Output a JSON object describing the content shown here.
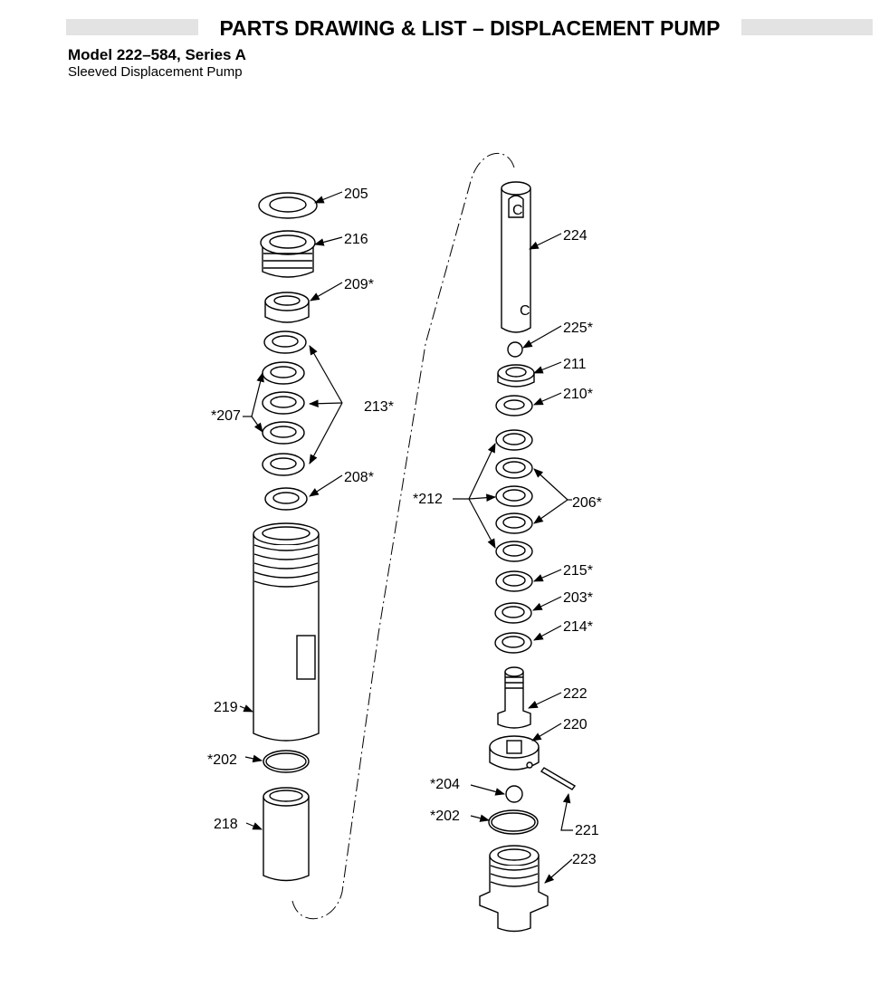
{
  "header": {
    "title": "PARTS DRAWING & LIST – DISPLACEMENT PUMP",
    "model": "Model 222–584, Series A",
    "subtitle": "Sleeved Displacement Pump"
  },
  "callouts": {
    "c205": "205",
    "c216": "216",
    "c209": "209*",
    "c207": "*207",
    "c213": "213*",
    "c208": "208*",
    "c219": "219",
    "c202a": "*202",
    "c218": "218",
    "c224": "224",
    "c225": "225*",
    "c211": "211",
    "c210": "210*",
    "c212": "*212",
    "c206": "206*",
    "c215": "215*",
    "c203": "203*",
    "c214": "214*",
    "c222": "222",
    "c220": "220",
    "c204": "*204",
    "c202b": "*202",
    "c221": "221",
    "c223": "223"
  },
  "part_marks": {
    "rod_letter_top": "C",
    "rod_letter_bottom": "C"
  }
}
